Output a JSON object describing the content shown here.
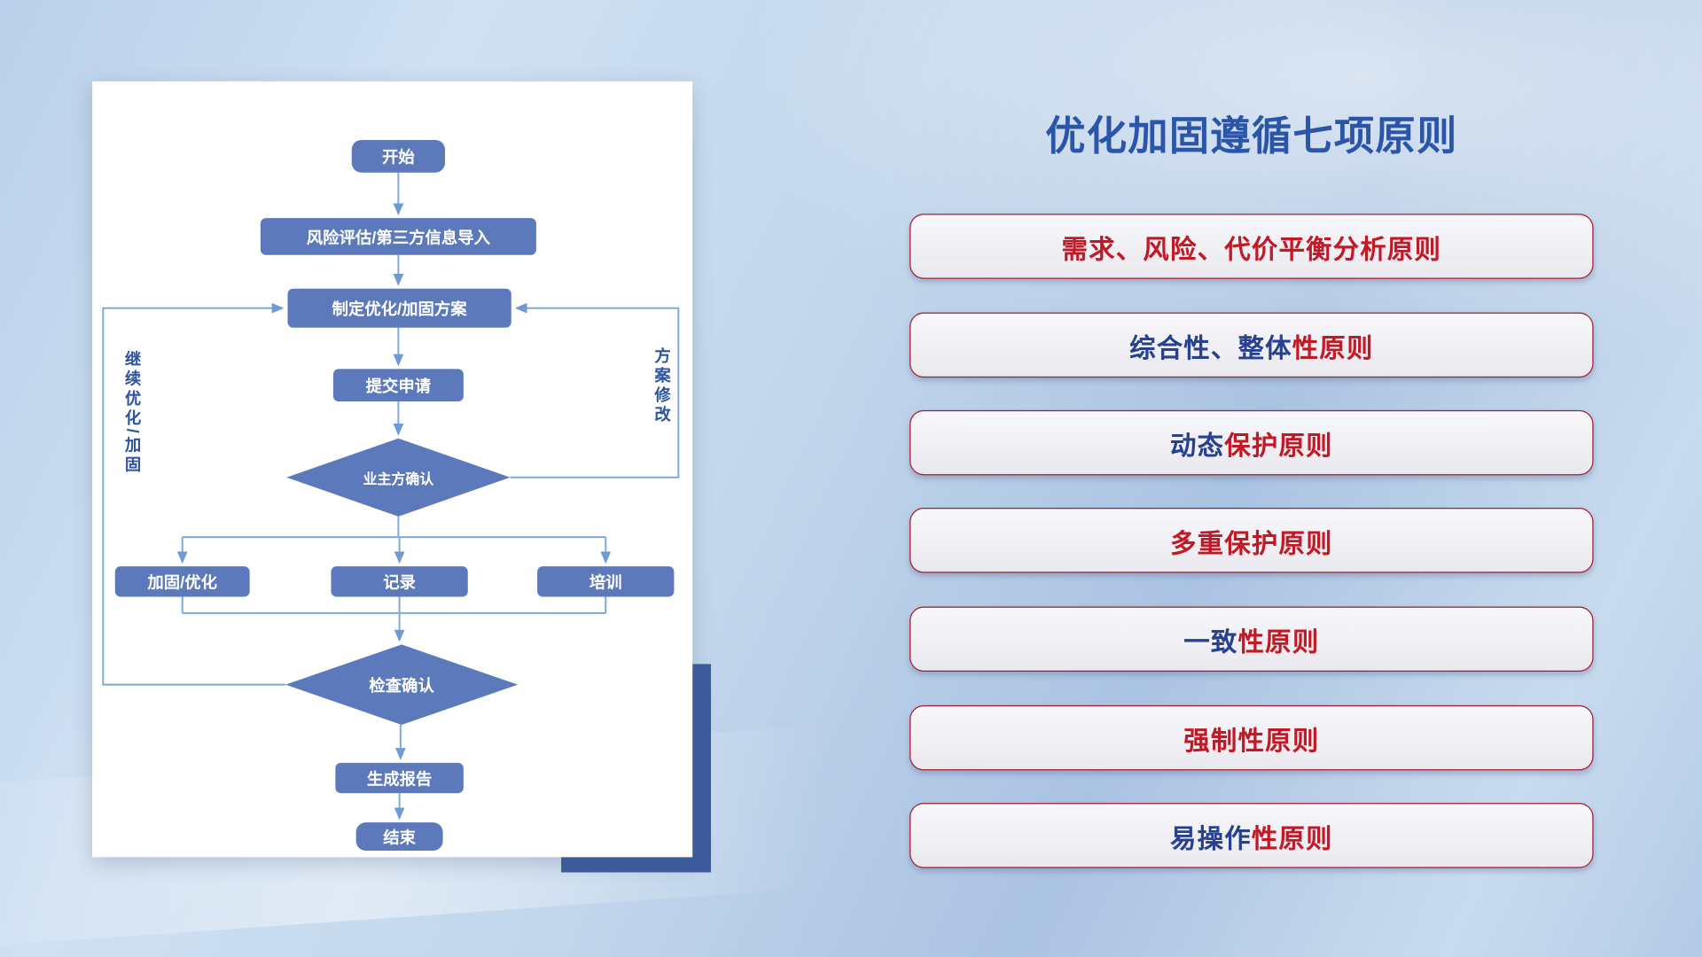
{
  "slide": {
    "title": "优化加固遵循七项原则"
  },
  "flowchart": {
    "nodes": {
      "start": "开始",
      "risk_import": "风险评估/第三方信息导入",
      "make_plan": "制定优化/加固方案",
      "submit": "提交申请",
      "owner_confirm": "业主方确认",
      "harden": "加固/优化",
      "record": "记录",
      "training": "培训",
      "check_confirm": "检查确认",
      "report": "生成报告",
      "end": "结束"
    },
    "loop_labels": {
      "left": "继续优化/加固",
      "right": "方案修改"
    }
  },
  "principles": [
    {
      "blue": "",
      "red": "需求、风险、代价平衡分析原则"
    },
    {
      "blue": "综合性、整体",
      "red": "性原则"
    },
    {
      "blue": "动态",
      "red": "保护原则"
    },
    {
      "blue": "",
      "red": "多重保护原则"
    },
    {
      "blue": "一致",
      "red": "性原则"
    },
    {
      "blue": "",
      "red": "强制性原则"
    },
    {
      "blue": "易操作",
      "red": "性原则"
    }
  ],
  "colors": {
    "accent_blue": "#2b55a8",
    "node_blue": "#5b79bb",
    "connector_blue": "#6f9bd4",
    "principle_red": "#c11a26",
    "principle_border": "#a51c30"
  }
}
